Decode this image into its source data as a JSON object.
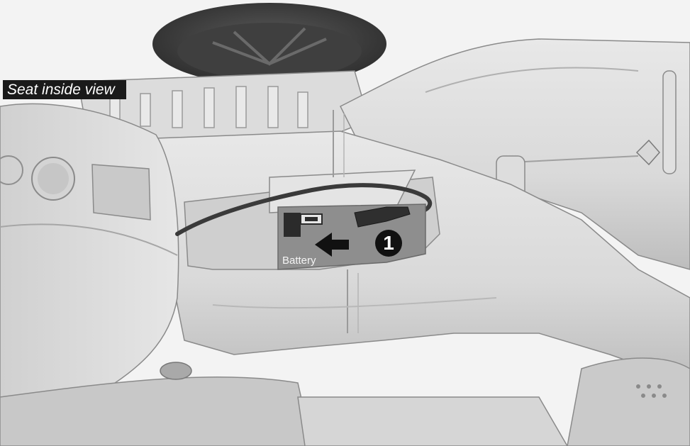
{
  "view_title": "Seat inside view",
  "battery_label": "Battery",
  "step_number": "1",
  "icons": [
    "arrow-left-icon",
    "step-number-badge"
  ]
}
